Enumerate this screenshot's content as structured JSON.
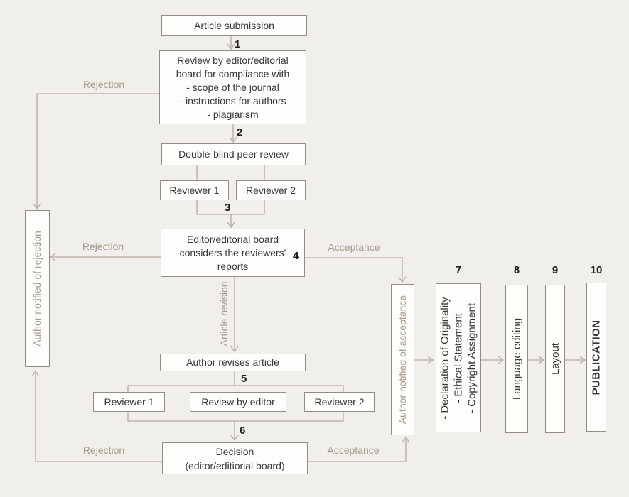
{
  "colors": {
    "background": "#f1efec",
    "box_fill": "#fdfdfb",
    "box_border": "#968b80",
    "connector_line": "#b6a99c",
    "muted_label": "#a79888",
    "box_text": "#3a3836"
  },
  "steps": [
    "1",
    "2",
    "3",
    "4",
    "5",
    "6",
    "7",
    "8",
    "9",
    "10"
  ],
  "labels": {
    "rejection": "Rejection",
    "acceptance": "Acceptance",
    "article_revision": "Article revision"
  },
  "boxes": {
    "article_submission": "Article submission",
    "compliance_lines": [
      "Review by editor/editorial",
      "board for compliance with",
      "- scope of the journal",
      "- instructions for authors",
      "- plagiarism"
    ],
    "double_blind": "Double-blind peer review",
    "reviewer1": "Reviewer 1",
    "reviewer2": "Reviewer 2",
    "editor_considers_lines": [
      "Editor/editorial board",
      "considers the reviewers'",
      "reports"
    ],
    "author_revises": "Author revises article",
    "review_by_editor": "Review by editor",
    "decision_lines": [
      "Decision",
      "(editor/editiorial board)"
    ],
    "author_notified_rejection": "Author notified of rejection",
    "author_notified_acceptance": "Author notified of acceptance",
    "declaration_lines": [
      "- Declaration of Originality",
      "- Ethical Statement",
      "- Copyright Assignment"
    ],
    "language_editing": "Language editing",
    "layout": "Layout",
    "publication": "PUBLICATION"
  }
}
